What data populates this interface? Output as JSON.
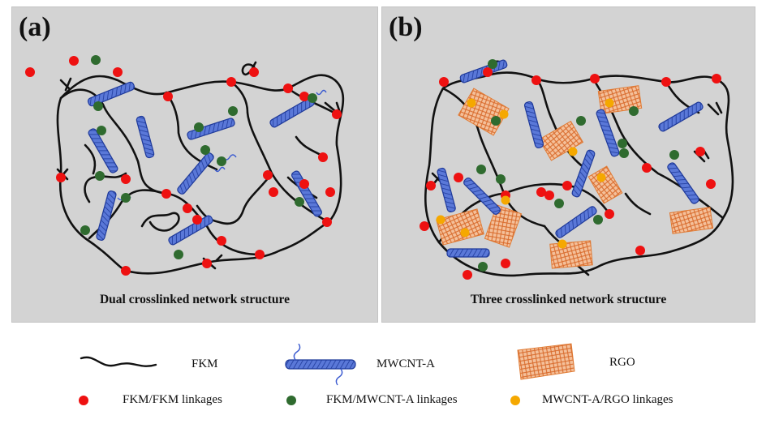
{
  "panels": [
    {
      "letter": "(a)",
      "caption": "Dual crosslinked network structure"
    },
    {
      "letter": "(b)",
      "caption": "Three crosslinked network structure"
    }
  ],
  "legend": {
    "fkm": "FKM",
    "mwcnt": "MWCNT-A",
    "rgo": "RGO",
    "fkm_fkm": "FKM/FKM linkages",
    "fkm_mwcnt": "FKM/MWCNT-A linkages",
    "mwcnt_rgo": "MWCNT-A/RGO linkages"
  },
  "colors": {
    "background": "#d3d3d3",
    "polymer_chain": "#111111",
    "fkm_fkm_linkage": "#ee1111",
    "fkm_mwcnt_linkage": "#2f6b2f",
    "mwcnt_rgo_linkage": "#f5a800",
    "mwcnt_tube": "#3456c4",
    "rgo_sheet": "#e8843c"
  }
}
